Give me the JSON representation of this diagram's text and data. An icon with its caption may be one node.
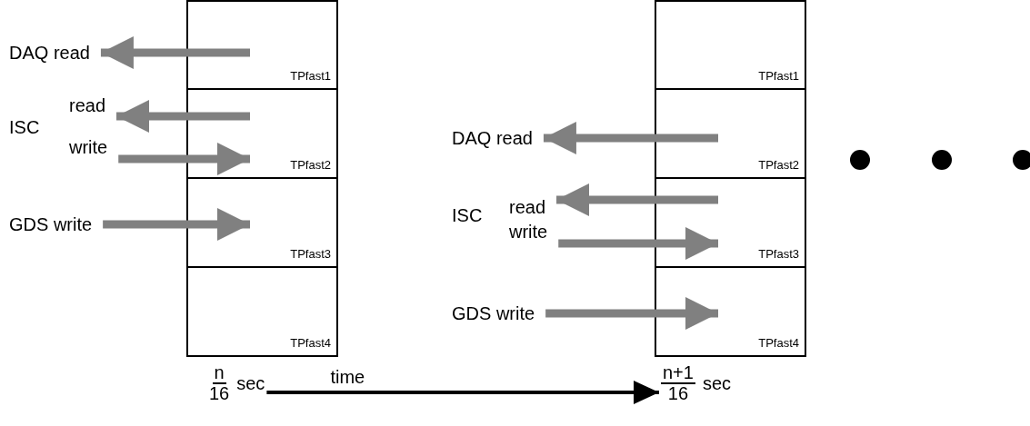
{
  "diagram": {
    "nodes": [
      {
        "text": [
          "TPfast1"
        ]
      },
      {
        "text": [
          "TPfast2"
        ]
      },
      {
        "text": [
          "TPfast3"
        ]
      },
      {
        "text": [
          "TPfast4"
        ]
      },
      {
        "text": [
          "DAQ read"
        ]
      },
      {
        "text": [
          "read"
        ]
      },
      {
        "text": [
          "write"
        ]
      },
      {
        "text": [
          "GDS write"
        ]
      },
      {
        "text": [
          "TPfast1"
        ]
      },
      {
        "text": [
          "TPfast2"
        ]
      },
      {
        "text": [
          "TPfast3"
        ]
      },
      {
        "text": [
          "TPfast4"
        ]
      },
      {
        "text": [
          "DAQ read"
        ]
      },
      {
        "text": [
          "read"
        ]
      },
      {
        "text": [
          "write"
        ]
      },
      {
        "text": [
          "GDS write"
        ]
      },
      {
        "text": [
          "n",
          "16",
          "sec"
        ]
      },
      {
        "text": [
          "n+1",
          "16",
          "sec"
        ]
      }
    ],
    "edges": [
      {
        "from": 0,
        "to": 4,
        "arrow": "to"
      },
      {
        "from": 1,
        "to": 5,
        "arrow": "to"
      },
      {
        "from": 6,
        "to": 1,
        "arrow": "to"
      },
      {
        "from": 7,
        "to": 2,
        "arrow": "to"
      },
      {
        "from": 9,
        "to": 12,
        "arrow": "to"
      },
      {
        "from": 10,
        "to": 13,
        "arrow": "to"
      },
      {
        "from": 14,
        "to": 10,
        "arrow": "to"
      },
      {
        "from": 15,
        "to": 11,
        "arrow": "to"
      },
      {
        "from": 16,
        "to": 17,
        "arrow": "to",
        "label": "time",
        "color": "#000000"
      }
    ],
    "labels": [
      "ISC",
      "ISC"
    ]
  }
}
